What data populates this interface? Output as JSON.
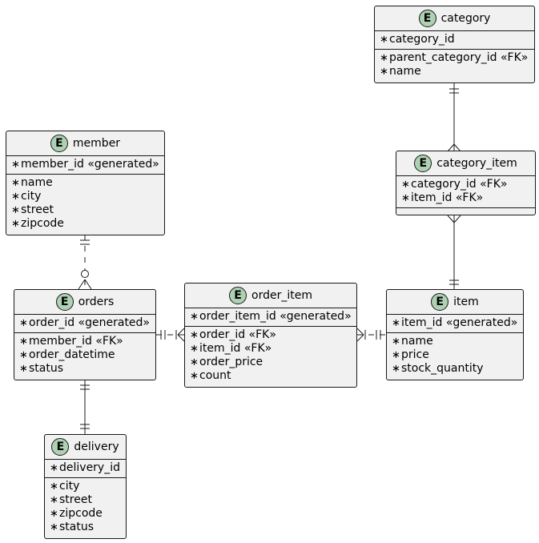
{
  "entity_badge": "E",
  "entities": {
    "member": {
      "name": "member",
      "keys": [
        "member_id «generated»"
      ],
      "fields": [
        "name",
        "city",
        "street",
        "zipcode"
      ]
    },
    "orders": {
      "name": "orders",
      "keys": [
        "order_id «generated»"
      ],
      "fields": [
        "member_id «FK»",
        "order_datetime",
        "status"
      ]
    },
    "order_item": {
      "name": "order_item",
      "keys": [
        "order_item_id «generated»"
      ],
      "fields": [
        "order_id «FK»",
        "item_id «FK»",
        "order_price",
        "count"
      ]
    },
    "item": {
      "name": "item",
      "keys": [
        "item_id «generated»"
      ],
      "fields": [
        "name",
        "price",
        "stock_quantity"
      ]
    },
    "delivery": {
      "name": "delivery",
      "keys": [
        "delivery_id"
      ],
      "fields": [
        "city",
        "street",
        "zipcode",
        "status"
      ]
    },
    "category": {
      "name": "category",
      "keys": [
        "category_id"
      ],
      "fields": [
        "parent_category_id «FK»",
        "name"
      ]
    },
    "category_item": {
      "name": "category_item",
      "keys": [
        "category_id «FK»",
        "item_id «FK»"
      ],
      "fields": []
    }
  },
  "bullet": "∗",
  "colors": {
    "entity_bg": "#f1f1f1",
    "badge_bg": "#add1b2",
    "line": "#181818"
  },
  "relationships": [
    {
      "from": "member",
      "to": "orders",
      "from_card": "exactly-one",
      "to_card": "zero-or-many",
      "style": "dashed"
    },
    {
      "from": "orders",
      "to": "delivery",
      "from_card": "exactly-one",
      "to_card": "exactly-one",
      "style": "solid"
    },
    {
      "from": "orders",
      "to": "order_item",
      "from_card": "exactly-one",
      "to_card": "one-or-many",
      "style": "dashed"
    },
    {
      "from": "order_item",
      "to": "item",
      "from_card": "one-or-many",
      "to_card": "exactly-one",
      "style": "dashed"
    },
    {
      "from": "category",
      "to": "category_item",
      "from_card": "exactly-one",
      "to_card": "many",
      "style": "solid"
    },
    {
      "from": "category_item",
      "to": "item",
      "from_card": "many",
      "to_card": "exactly-one",
      "style": "solid"
    }
  ]
}
